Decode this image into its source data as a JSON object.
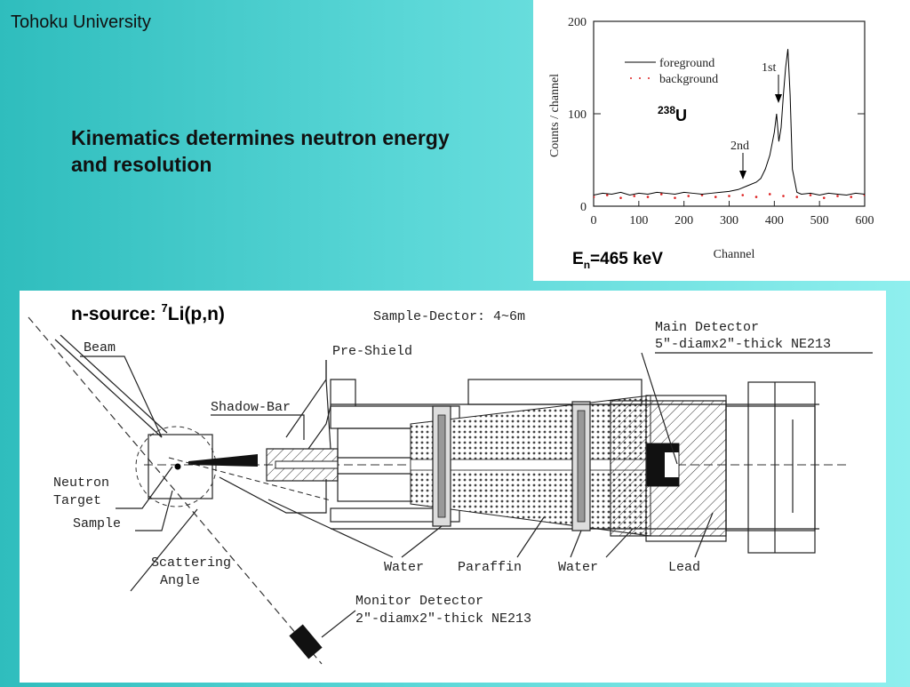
{
  "header": {
    "affiliation": "Tohoku University"
  },
  "slide": {
    "title": "Kinematics determines neutron energy and resolution"
  },
  "chart_data": {
    "type": "line",
    "xlabel": "Channel",
    "ylabel": "Counts / channel",
    "xlim": [
      0,
      600
    ],
    "ylim": [
      0,
      200
    ],
    "xticks": [
      "0",
      "100",
      "200",
      "300",
      "400",
      "500",
      "600"
    ],
    "yticks": [
      "0",
      "100",
      "200"
    ],
    "legend": {
      "placement": "top-left",
      "entries": [
        "foreground",
        "background"
      ]
    },
    "series": [
      {
        "name": "foreground",
        "x": [
          0,
          20,
          40,
          60,
          80,
          100,
          120,
          140,
          160,
          180,
          200,
          220,
          240,
          260,
          280,
          300,
          320,
          340,
          360,
          370,
          380,
          390,
          400,
          405,
          410,
          415,
          420,
          425,
          430,
          435,
          440,
          450,
          460,
          480,
          500,
          520,
          540,
          560,
          580,
          600
        ],
        "y": [
          12,
          14,
          13,
          15,
          12,
          14,
          13,
          15,
          14,
          13,
          15,
          14,
          13,
          14,
          15,
          16,
          18,
          22,
          26,
          30,
          40,
          55,
          80,
          100,
          70,
          85,
          120,
          150,
          170,
          120,
          40,
          15,
          13,
          14,
          12,
          14,
          13,
          12,
          14,
          13
        ]
      },
      {
        "name": "background",
        "x": [
          0,
          30,
          60,
          90,
          120,
          150,
          180,
          210,
          240,
          270,
          300,
          330,
          360,
          390,
          420,
          450,
          480,
          510,
          540,
          570,
          600
        ],
        "y": [
          10,
          12,
          9,
          11,
          10,
          13,
          9,
          11,
          12,
          10,
          11,
          12,
          10,
          13,
          11,
          10,
          12,
          9,
          11,
          10,
          12
        ]
      }
    ],
    "annotations": [
      {
        "text": "1st",
        "x": 420,
        "y": 155
      },
      {
        "text": "2nd",
        "x": 340,
        "y": 65
      }
    ],
    "isotope": {
      "mass": "238",
      "symbol": "U"
    },
    "energy": {
      "prefix": "E",
      "sub": "n",
      "value": "=465 keV"
    }
  },
  "diagram": {
    "source": {
      "label": "n-source: ",
      "sup": "7",
      "reaction": "Li(p,n)"
    },
    "distance": "Sample-Dector: 4~6m",
    "main_detector": {
      "line1": "Main Detector",
      "line2": "5\"-diamx2\"-thick NE213"
    },
    "labels": {
      "beam": "Beam",
      "pre_shield": "Pre-Shield",
      "shadow_bar": "Shadow-Bar",
      "neutron": "Neutron",
      "target": "Target",
      "sample": "Sample",
      "scattering": "Scattering",
      "angle": "Angle",
      "water1": "Water",
      "paraffin": "Paraffin",
      "water2": "Water",
      "lead": "Lead"
    },
    "monitor": {
      "line1": "Monitor Detector",
      "line2": "2\"-diamx2\"-thick NE213"
    }
  }
}
